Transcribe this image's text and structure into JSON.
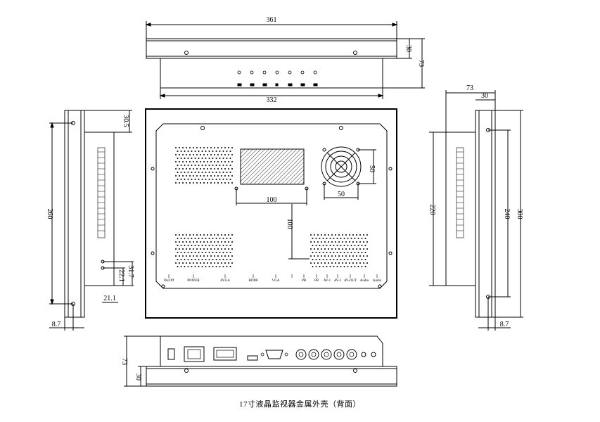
{
  "dimensions": {
    "top_width": "361",
    "top_inner_width": "332",
    "top_depth_front": "30",
    "top_depth_total": "73",
    "left_height": "260",
    "left_top_offset": "30.5",
    "left_depth": "8.7",
    "left_small_a": "22.1",
    "left_small_b": "31.7",
    "left_small_c": "21.1",
    "center_hole_spacing_h": "100",
    "center_hole_spacing_v": "100",
    "fan_spacing_h": "50",
    "fan_spacing_v": "50",
    "right_depth_total": "73",
    "right_depth_front": "30",
    "right_height_inner": "220",
    "right_height_mid": "240",
    "right_height_total": "300",
    "right_bottom": "8.7",
    "bottom_depth_total": "73",
    "bottom_depth_front": "30"
  },
  "port_labels": [
    "On/Off",
    "POWER",
    "AVGA",
    "HDMI",
    "VGA",
    "",
    "PB",
    "PR",
    "AV-1",
    "AV-2",
    "AV-OUT",
    "Audio",
    "Audio"
  ],
  "caption": "17寸液晶监视器金属外壳（背面）"
}
